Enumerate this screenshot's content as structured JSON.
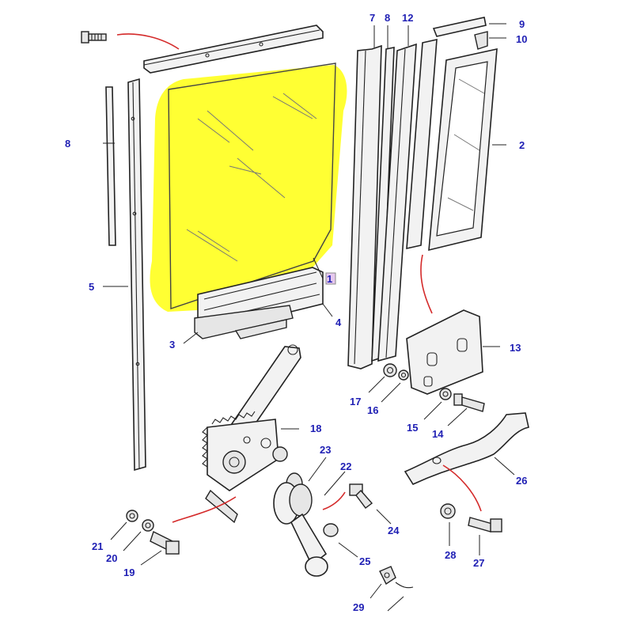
{
  "colors": {
    "highlight": "#ffff33",
    "label": "#1f1fb4",
    "outline": "#222222",
    "arrow": "#d42a2a"
  },
  "labels": {
    "p1": "1",
    "p2": "2",
    "p3": "3",
    "p4": "4",
    "p5": "5",
    "p7": "7",
    "p8a": "8",
    "p8b": "8",
    "p9": "9",
    "p10": "10",
    "p12": "12",
    "p13": "13",
    "p14": "14",
    "p15": "15",
    "p16": "16",
    "p17": "17",
    "p18": "18",
    "p19": "19",
    "p20": "20",
    "p21": "21",
    "p22": "22",
    "p23": "23",
    "p24": "24",
    "p25": "25",
    "p26": "26",
    "p27": "27",
    "p28": "28",
    "p29": "29"
  }
}
